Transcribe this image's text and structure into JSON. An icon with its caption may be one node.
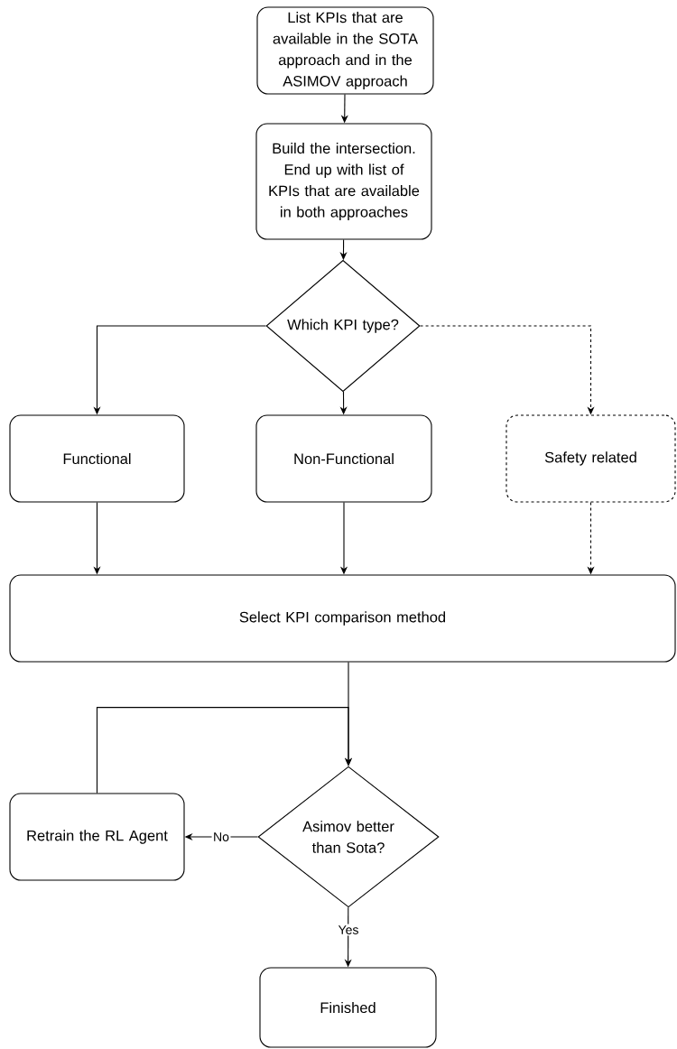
{
  "diagram": {
    "nodes": [
      {
        "text": [
          "List KPIs that are available in the SOTA approach and in the ASIMOV approach"
        ]
      },
      {
        "text": [
          "Build the intersection. End up with list of KPIs that are available in both approaches"
        ]
      },
      {
        "text": [
          "Which KPI type?"
        ]
      },
      {
        "text": [
          "Functional"
        ]
      },
      {
        "text": [
          "Non-Functional"
        ]
      },
      {
        "text": [
          "Safety related"
        ]
      },
      {
        "text": [
          "Select KPI comparison method"
        ]
      },
      {
        "text": [
          "Asimov better than Sota?"
        ]
      },
      {
        "text": [
          "Retrain the RL Agent"
        ]
      },
      {
        "text": [
          "Finished"
        ]
      }
    ],
    "edges": [
      {
        "from": 0,
        "to": 1,
        "arrow": "to"
      },
      {
        "from": 1,
        "to": 2,
        "arrow": "to"
      },
      {
        "from": 2,
        "to": 3,
        "arrow": "to"
      },
      {
        "from": 2,
        "to": 4,
        "arrow": "to"
      },
      {
        "from": 2,
        "to": 5,
        "arrow": "to",
        "style": "dashed"
      },
      {
        "from": 3,
        "to": 6,
        "arrow": "to"
      },
      {
        "from": 4,
        "to": 6,
        "arrow": "to"
      },
      {
        "from": 5,
        "to": 6,
        "arrow": "to",
        "style": "dashed"
      },
      {
        "from": 6,
        "to": 7,
        "arrow": "to"
      },
      {
        "from": 8,
        "to": 7,
        "arrow": "to"
      },
      {
        "from": 7,
        "to": 8,
        "arrow": "to",
        "label": "No"
      },
      {
        "from": 7,
        "to": 9,
        "arrow": "to",
        "label": "Yes"
      }
    ]
  }
}
